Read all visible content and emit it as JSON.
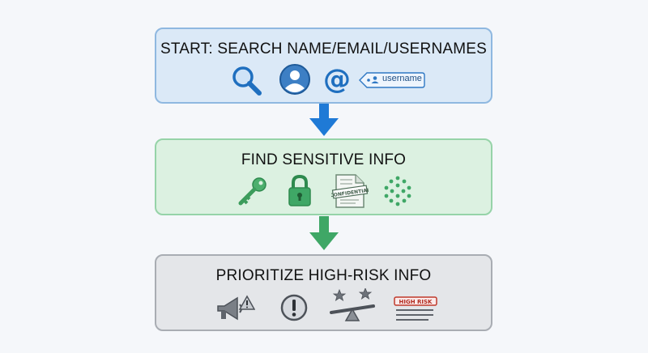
{
  "steps": [
    {
      "title": "START: SEARCH NAME/EMAIL/USERNAMES",
      "icons": [
        "magnifier-icon",
        "user-avatar-icon",
        "at-sign-icon",
        "username-tag-icon"
      ],
      "tag_text": "username",
      "colors": {
        "fill": "#dbe9f7",
        "border": "#8fb8e0",
        "arrow": "#1f7ad6"
      }
    },
    {
      "title": "FIND SENSITIVE INFO",
      "icons": [
        "key-icon",
        "padlock-icon",
        "confidential-document-icon",
        "dot-cluster-icon"
      ],
      "doc_stamp": "CONFIDENTIAL",
      "colors": {
        "fill": "#dcf1e1",
        "border": "#96d3a8",
        "arrow": "#3fa766"
      }
    },
    {
      "title": "PRIORITIZE HIGH-RISK INFO",
      "icons": [
        "megaphone-warning-icon",
        "exclamation-icon",
        "balance-scale-icon",
        "high-risk-list-icon"
      ],
      "badge_text": "HIGH RISK",
      "colors": {
        "fill": "#e4e6e9",
        "border": "#a9adb3"
      }
    }
  ]
}
